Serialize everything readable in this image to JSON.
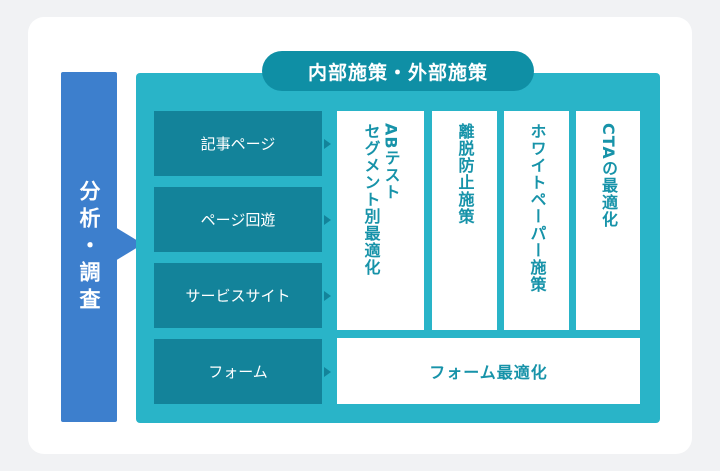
{
  "analysis": {
    "label": "分析・調査"
  },
  "header": {
    "tag": "内部施策・外部施策"
  },
  "rows": [
    {
      "label": "記事ページ"
    },
    {
      "label": "ページ回遊"
    },
    {
      "label": "サービスサイト"
    },
    {
      "label": "フォーム"
    }
  ],
  "measures": [
    {
      "line1": "セグメント別最適化",
      "line2": "ABテスト"
    },
    {
      "line1": "離脱防止施策"
    },
    {
      "line1": "ホワイトペーパー施策"
    },
    {
      "line1": "CTAの最適化"
    }
  ],
  "form_measure": {
    "label": "フォーム最適化"
  },
  "colors": {
    "analysis": "#3d7fcd",
    "panel": "#29b4c8",
    "row": "#13839a",
    "tag": "#0f8fa5",
    "text_teal": "#1793a9"
  }
}
